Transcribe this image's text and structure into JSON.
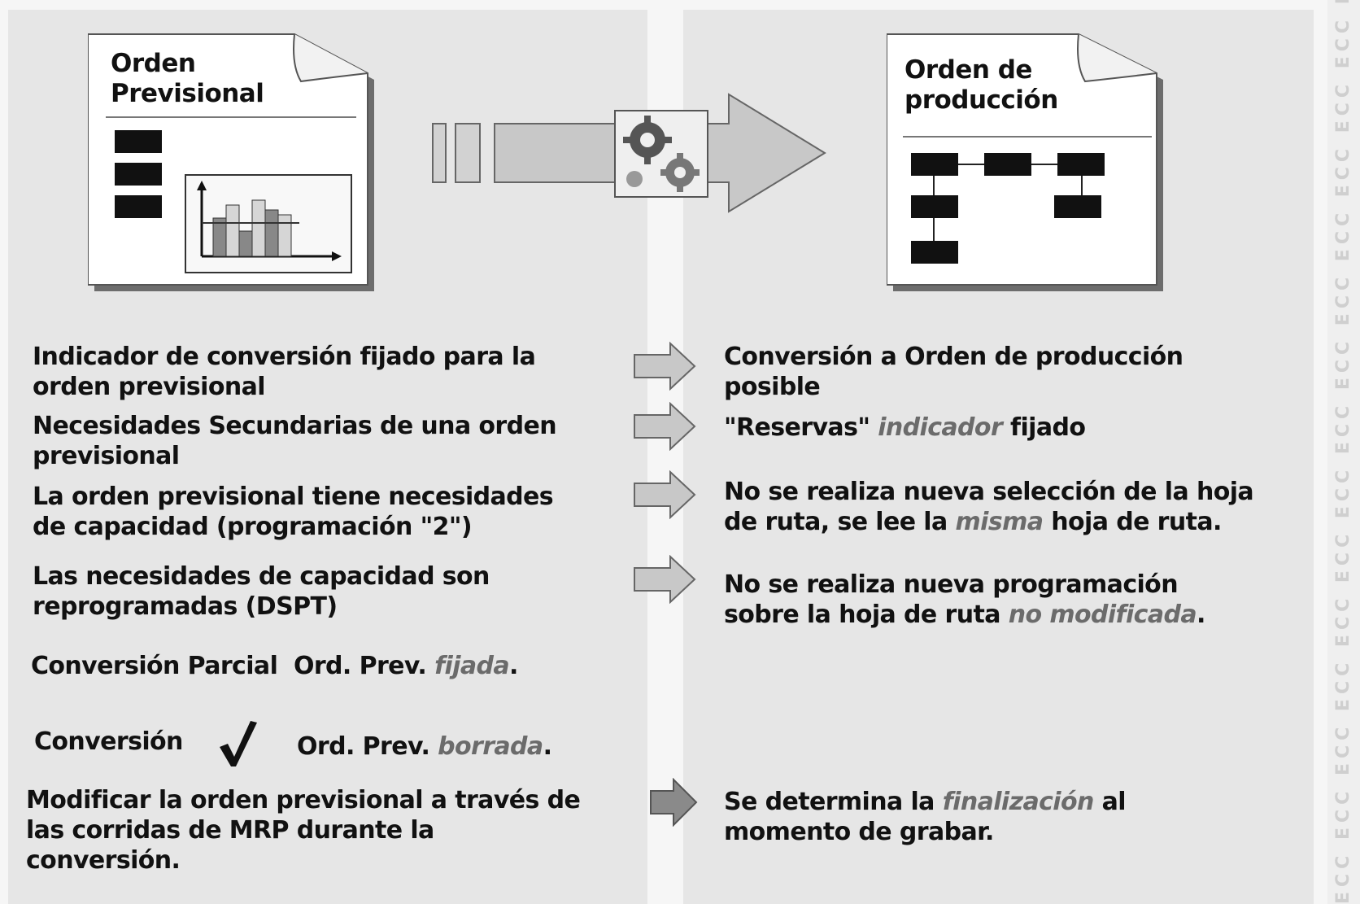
{
  "documents": {
    "left_title_line1": "Orden",
    "left_title_line2": "Previsional",
    "right_title_line1": "Orden de",
    "right_title_line2": "producción"
  },
  "rows": [
    {
      "left": {
        "line1": "Indicador de conversión fijado para la",
        "line2": "orden previsional"
      },
      "right": {
        "line1": "Conversión a Orden de producción",
        "line2": "posible"
      }
    },
    {
      "left": {
        "line1": "Necesidades Secundarias de una orden",
        "line2": "previsional"
      },
      "right": {
        "pre": "\"Reservas\"",
        "em": "indicador",
        "post": "fijado"
      }
    },
    {
      "left": {
        "line1": "La orden previsional tiene necesidades",
        "line2": "de capacidad (programación \"2\")"
      },
      "right": {
        "line1": "No se realiza nueva selección de la hoja",
        "line2_pre": "de ruta, se lee la",
        "line2_em": "misma",
        "line2_post": "hoja de ruta."
      }
    },
    {
      "left": {
        "line1": "Las necesidades de capacidad son",
        "line2": "reprogramadas (DSPT)"
      },
      "right": {
        "line1": "No se realiza nueva programación",
        "line2_pre": "sobre la hoja de ruta",
        "line2_em": "no modificada",
        "line2_post": "."
      }
    }
  ],
  "partial": {
    "label": "Conversión Parcial",
    "pre": "Ord. Prev.",
    "em": "fijada",
    "post": "."
  },
  "full": {
    "label": "Conversión",
    "check_icon": "checkmark-icon",
    "pre": "Ord. Prev.",
    "em": "borrada",
    "post": "."
  },
  "mrp": {
    "left_line1": "Modificar la orden previsional a través de",
    "left_line2": "las corridas de MRP durante la",
    "left_line3": "conversión.",
    "right_pre": "Se determina la",
    "right_em": "finalización",
    "right_post": "al",
    "right_line2": "momento de grabar."
  },
  "watermark": "ECC ECC ECC ECC ECC ECC ECC ECC ECC ECC ECC ECC ECC ECC ECC ECC",
  "colors": {
    "panel": "#e6e6e6",
    "arrow_fill": "#c8c8c8",
    "arrow_dark": "#8a8a8a",
    "emphasis": "#6b6b6b"
  }
}
